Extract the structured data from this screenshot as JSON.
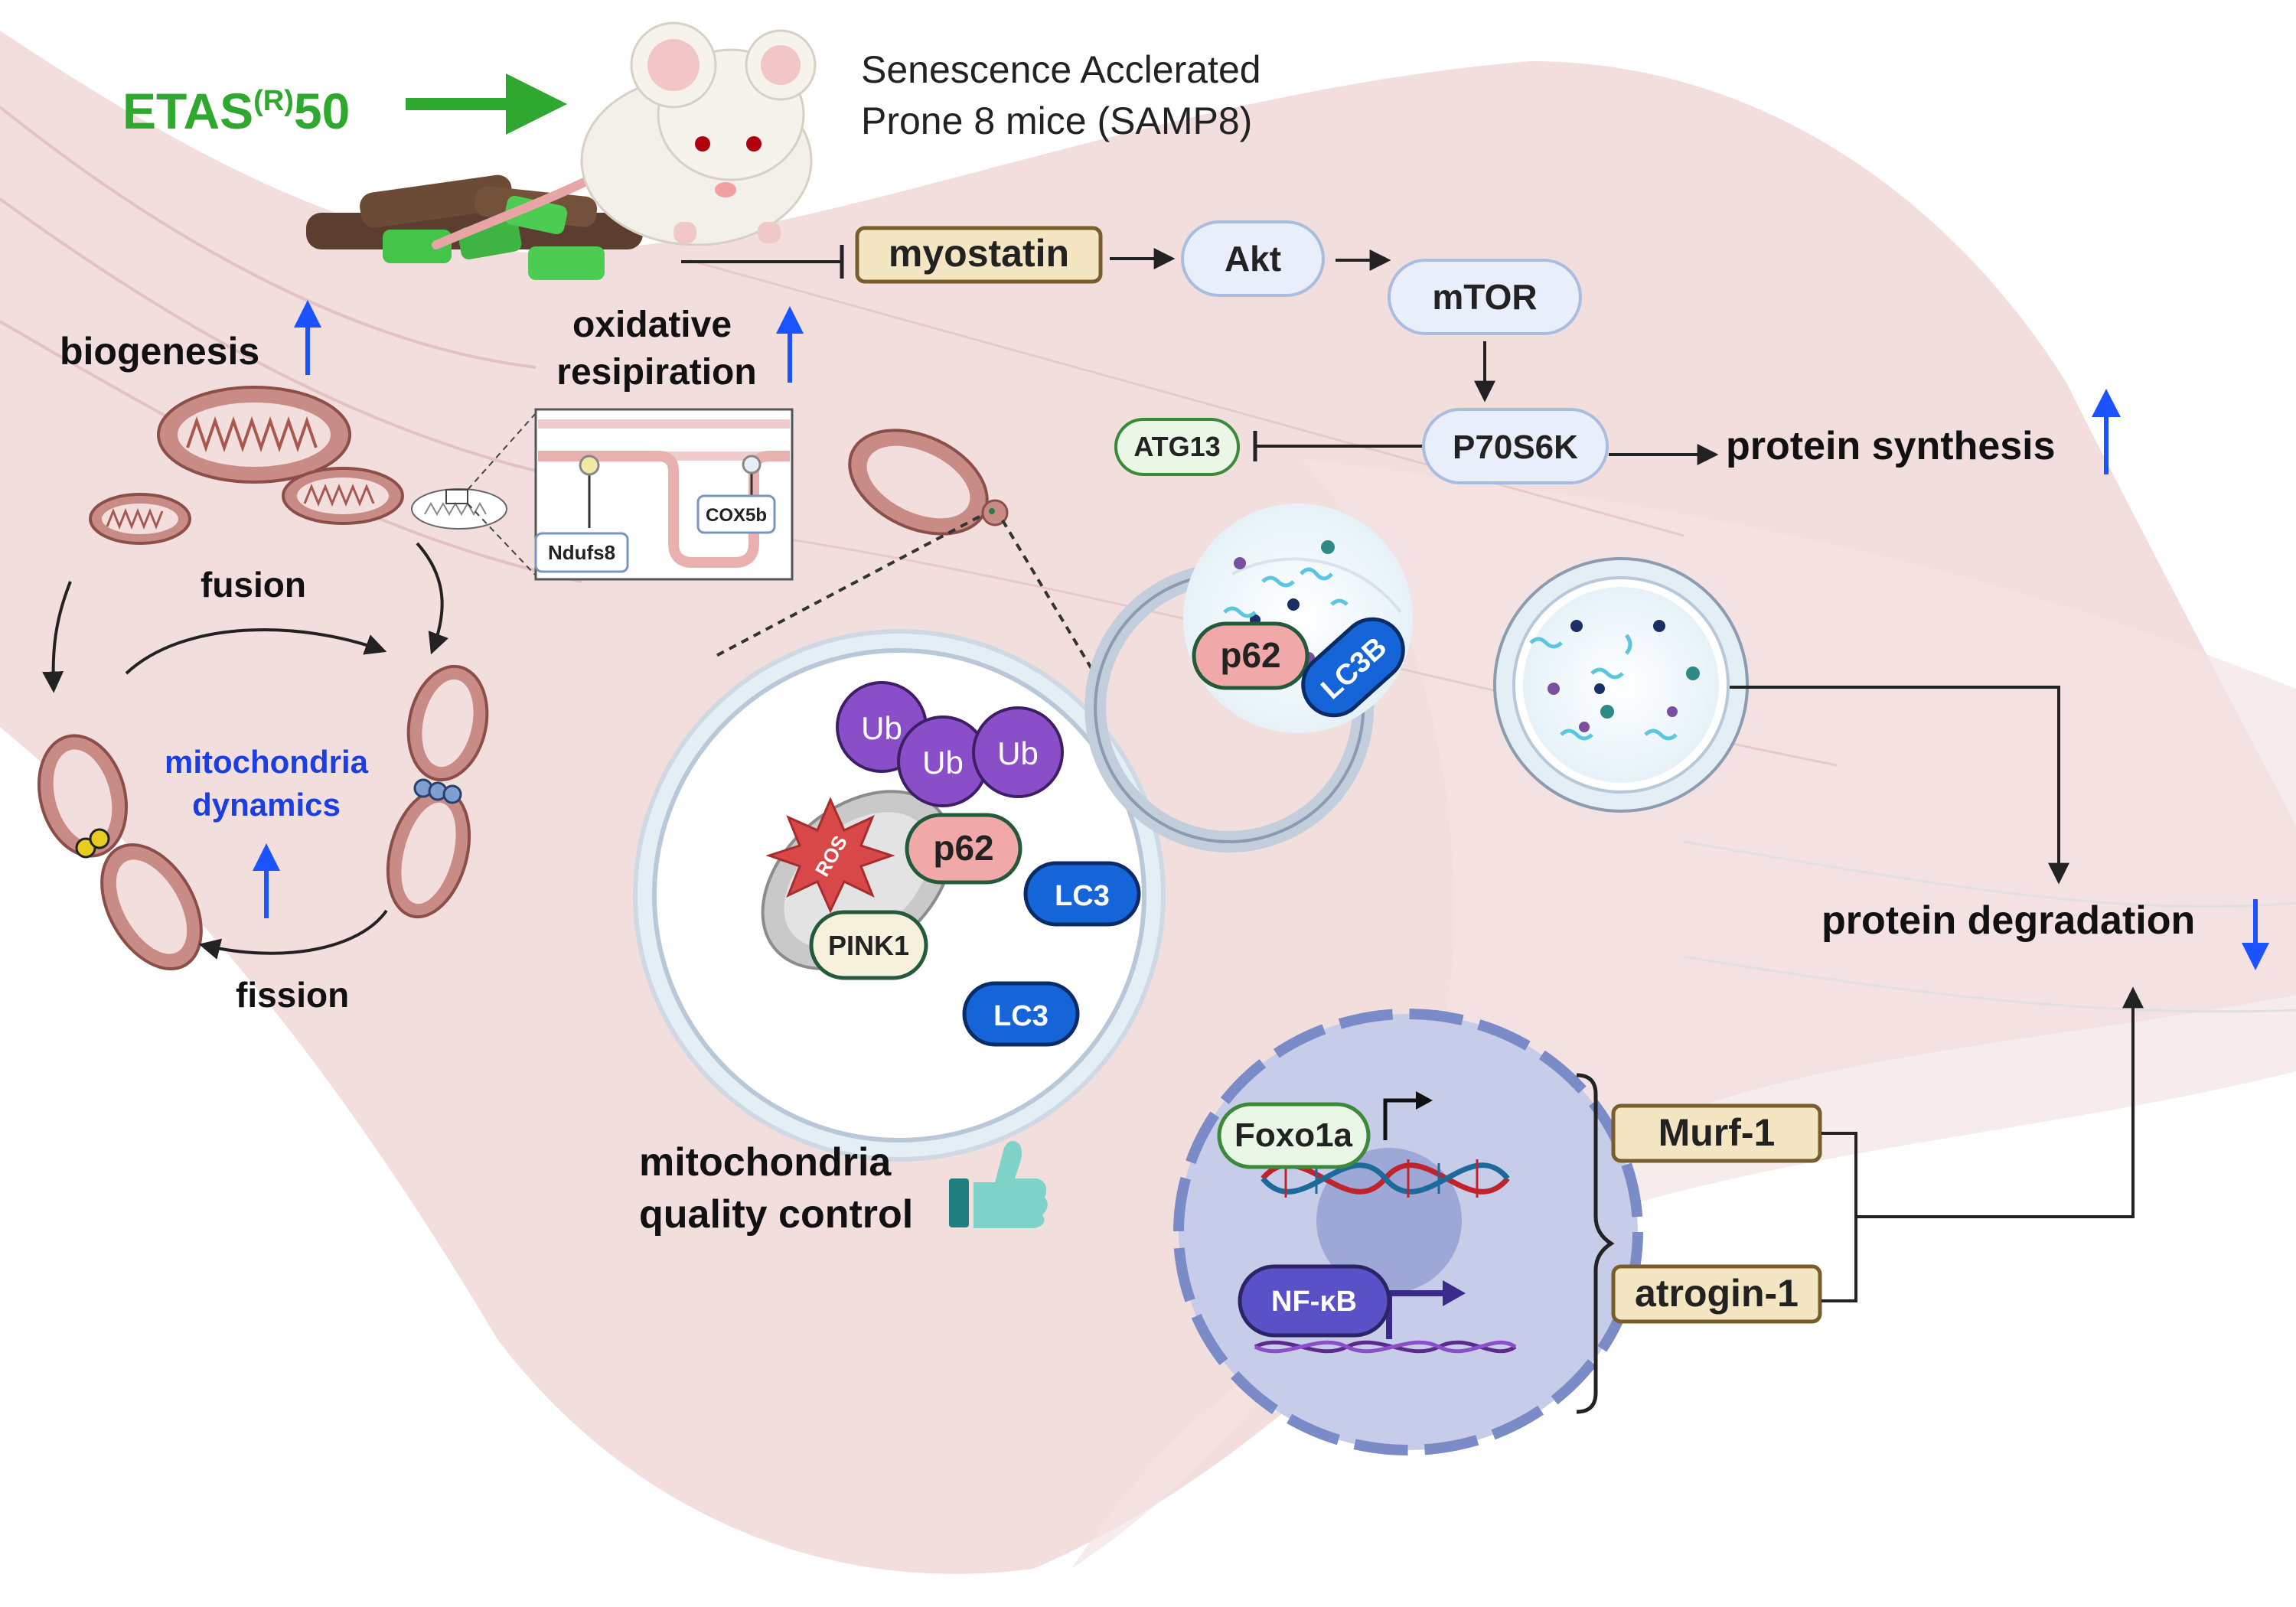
{
  "header": {
    "brand": "ETAS",
    "brand_sup": "(R)",
    "brand_suffix": "50",
    "model_line1": "Senescence Acclerated",
    "model_line2": "Prone 8 mice (SAMP8)"
  },
  "pathway": {
    "myostatin": "myostatin",
    "akt": "Akt",
    "mtor": "mTOR",
    "p70s6k": "P70S6K",
    "atg13": "ATG13",
    "protein_synthesis": "protein synthesis",
    "protein_degradation": "protein degradation"
  },
  "mito": {
    "biogenesis": "biogenesis",
    "oxidative_line1": "oxidative",
    "oxidative_line2": "resipiration",
    "fusion": "fusion",
    "fission": "fission",
    "dynamics_line1": "mitochondria",
    "dynamics_line2": "dynamics",
    "ndufs8": "Ndufs8",
    "cox5b": "COX5b"
  },
  "mitophagy": {
    "ub": "Ub",
    "p62": "p62",
    "ros": "ROS",
    "pink1": "PINK1",
    "lc3": "LC3",
    "qc_line1": "mitochondria",
    "qc_line2": "quality control"
  },
  "autophagy": {
    "p62": "p62",
    "lc3b": "LC3B"
  },
  "nucleus": {
    "foxo1a": "Foxo1a",
    "nfkb": "NF-κB",
    "murf1": "Murf-1",
    "atrogin1": "atrogin-1"
  },
  "colors": {
    "brand_green": "#2ea82e",
    "up_arrow": "#1a53ff",
    "dynamics_text": "#1a3fe0",
    "myostatin_fill": "#f5e6c3",
    "pathway_box": "#e9eefb",
    "p62_fill": "#f0a9a8",
    "lc3_fill": "#1665d8",
    "ub_fill": "#8a4fc8",
    "nucleus_fill": "#c7cde8"
  },
  "icons": [
    "mouse-icon",
    "feed-pellets-icon",
    "thumbs-up-icon",
    "ros-star-icon",
    "dna-helix-icon",
    "transcription-arrow-icon"
  ]
}
